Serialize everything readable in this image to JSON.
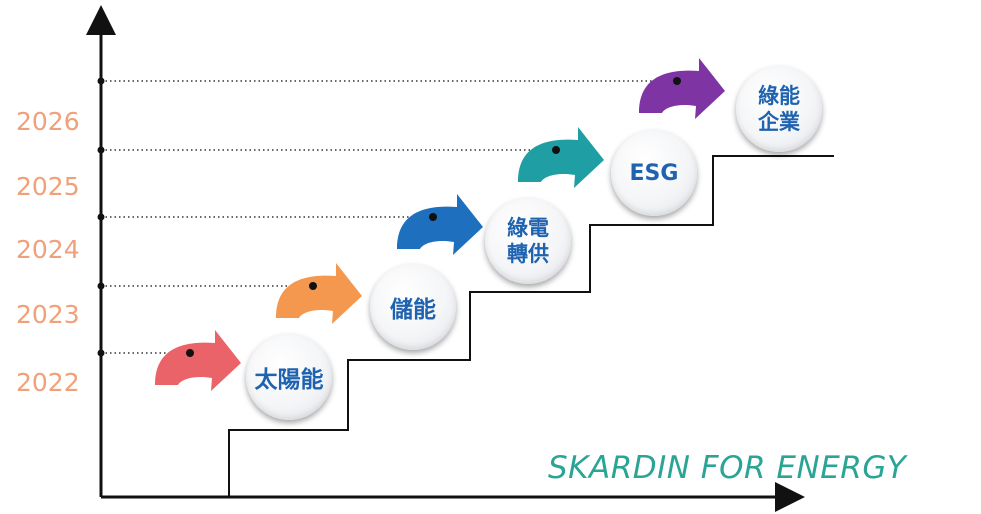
{
  "years": [
    "2022",
    "2023",
    "2024",
    "2025",
    "2026"
  ],
  "stages": [
    {
      "label": "太陽能",
      "arrow_color": "#ea6368"
    },
    {
      "label": "儲能",
      "arrow_color": "#f5984f"
    },
    {
      "label": "綠電\n轉供",
      "arrow_color": "#1f6fbf"
    },
    {
      "label": "ESG",
      "arrow_color": "#1f9ea3"
    },
    {
      "label": "綠能\n企業",
      "arrow_color": "#7e35a3"
    }
  ],
  "brand": "SKARDIN FOR ENERGY",
  "colors": {
    "year": "#f0a07a",
    "stage_text": "#1f63b0",
    "brand": "#2aa595",
    "axis": "#111111"
  }
}
